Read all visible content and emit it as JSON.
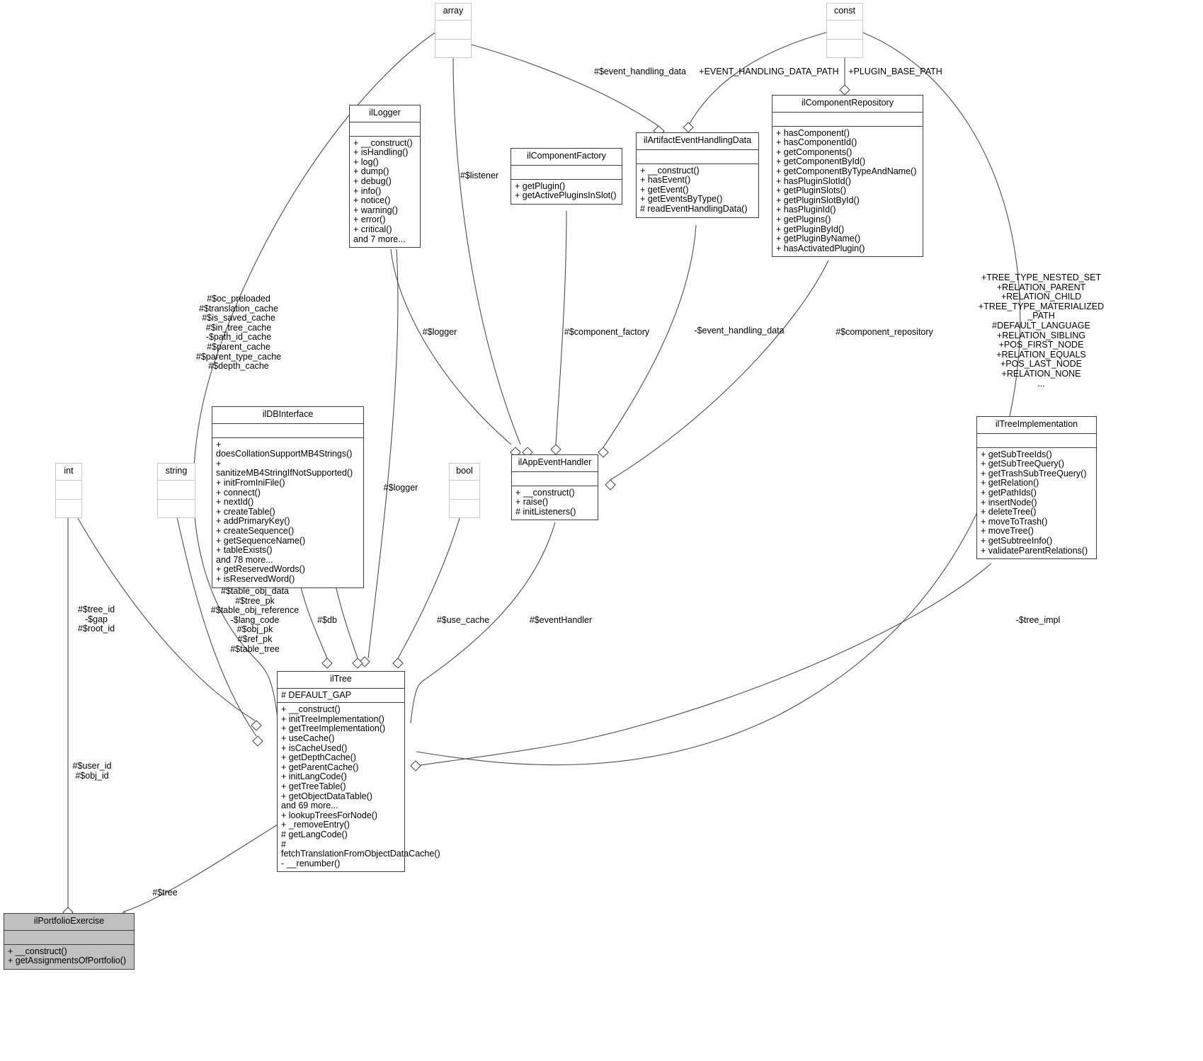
{
  "diagram": {
    "title": "ilPortfolioExercise collaboration diagram",
    "kind": "uml-class-diagram",
    "accent_shaded": "#c0c0c0",
    "line_color": "#4d4d4d"
  },
  "classes": {
    "array": {
      "name": "array",
      "attributes": [],
      "operations": []
    },
    "const": {
      "name": "const",
      "attributes": [],
      "operations": []
    },
    "int": {
      "name": "int",
      "attributes": [],
      "operations": []
    },
    "string": {
      "name": "string",
      "attributes": [],
      "operations": []
    },
    "bool": {
      "name": "bool",
      "attributes": [],
      "operations": []
    },
    "ilLogger": {
      "name": "ilLogger",
      "attributes": [],
      "operations": [
        "+ __construct()",
        "+ isHandling()",
        "+ log()",
        "+ dump()",
        "+ debug()",
        "+ info()",
        "+ notice()",
        "+ warning()",
        "+ error()",
        "+ critical()",
        "and 7 more..."
      ]
    },
    "ilComponentFactory": {
      "name": "ilComponentFactory",
      "attributes": [],
      "operations": [
        "+ getPlugin()",
        "+ getActivePluginsInSlot()"
      ]
    },
    "ilArtifactEventHandlingData": {
      "name": "ilArtifactEventHandlingData",
      "attributes": [],
      "operations": [
        "+ __construct()",
        "+ hasEvent()",
        "+ getEvent()",
        "+ getEventsByType()",
        "# readEventHandlingData()"
      ]
    },
    "ilComponentRepository": {
      "name": "ilComponentRepository",
      "attributes": [],
      "operations": [
        "+ hasComponent()",
        "+ hasComponentId()",
        "+ getComponents()",
        "+ getComponentById()",
        "+ getComponentByTypeAndName()",
        "+ hasPluginSlotId()",
        "+ getPluginSlots()",
        "+ getPluginSlotById()",
        "+ hasPluginId()",
        "+ getPlugins()",
        "+ getPluginById()",
        "+ getPluginByName()",
        "+ hasActivatedPlugin()"
      ]
    },
    "ilTreeImplementation": {
      "name": "ilTreeImplementation",
      "attributes": [],
      "operations": [
        "+ getSubTreeIds()",
        "+ getSubTreeQuery()",
        "+ getTrashSubTreeQuery()",
        "+ getRelation()",
        "+ getPathIds()",
        "+ insertNode()",
        "+ deleteTree()",
        "+ moveToTrash()",
        "+ moveTree()",
        "+ getSubtreeInfo()",
        "+ validateParentRelations()"
      ]
    },
    "ilDBInterface": {
      "name": "ilDBInterface",
      "attributes": [],
      "operations": [
        "+ doesCollationSupportMB4Strings()",
        "+ sanitizeMB4StringIfNotSupported()",
        "+ initFromIniFile()",
        "+ connect()",
        "+ nextId()",
        "+ createTable()",
        "+ addPrimaryKey()",
        "+ createSequence()",
        "+ getSequenceName()",
        "+ tableExists()",
        "and 78 more...",
        "+ getReservedWords()",
        "+ isReservedWord()"
      ]
    },
    "ilAppEventHandler": {
      "name": "ilAppEventHandler",
      "attributes": [],
      "operations": [
        "+ __construct()",
        "+ raise()",
        "# initListeners()"
      ]
    },
    "ilTree": {
      "name": "ilTree",
      "attributes": [
        "# DEFAULT_GAP"
      ],
      "operations": [
        "+ __construct()",
        "+ initTreeImplementation()",
        "+ getTreeImplementation()",
        "+ useCache()",
        "+ isCacheUsed()",
        "+ getDepthCache()",
        "+ getParentCache()",
        "+ initLangCode()",
        "+ getTreeTable()",
        "+ getObjectDataTable()",
        "and 69 more...",
        "+ lookupTreesForNode()",
        "+ _removeEntry()",
        "# getLangCode()",
        "# fetchTranslationFromObjectDataCache()",
        "- __renumber()"
      ]
    },
    "ilPortfolioExercise": {
      "name": "ilPortfolioExercise",
      "attributes": [],
      "operations": [
        "+ __construct()",
        "+ getAssignmentsOfPortfolio()"
      ]
    }
  },
  "edge_labels": {
    "event_handling_data": "#$event_handling_data",
    "event_handling_data_path": "+EVENT_HANDLING_DATA_PATH",
    "plugin_base_path": "+PLUGIN_BASE_PATH",
    "listener": "#$listener",
    "logger_top": "#$logger",
    "component_factory": "#$component_factory",
    "event_handling_data_neg": "-$event_handling_data",
    "component_repository": "#$component_repository",
    "tree_consts": "+TREE_TYPE_NESTED_SET\n+RELATION_PARENT\n+RELATION_CHILD\n+TREE_TYPE_MATERIALIZED\n_PATH\n#DEFAULT_LANGUAGE\n+RELATION_SIBLING\n+POS_FIRST_NODE\n+RELATION_EQUALS\n+POS_LAST_NODE\n+RELATION_NONE\n...",
    "oc_caches": "#$oc_preloaded\n#$translation_cache\n#$is_saved_cache\n#$in_tree_cache\n-$path_id_cache\n#$parent_cache\n#$parent_type_cache\n#$depth_cache",
    "logger_lower": "#$logger",
    "tree_ids": "#$tree_id\n-$gap\n#$root_id",
    "table_fields": "#$table_obj_data\n#$tree_pk\n#$table_obj_reference\n-$lang_code\n#$obj_pk\n#$ref_pk\n#$table_tree",
    "db": "#$db",
    "use_cache": "#$use_cache",
    "event_handler": "#$eventHandler",
    "tree_impl": "-$tree_impl",
    "user_obj_ids": "#$user_id\n#$obj_id",
    "tree": "#$tree"
  }
}
